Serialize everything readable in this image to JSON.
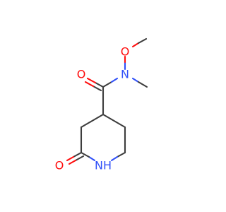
{
  "molecule": {
    "atoms": {
      "o_carbonyl_amide": {
        "label": "O",
        "color": "#ff0d0d"
      },
      "n_amide": {
        "label": "N",
        "color": "#3050f8"
      },
      "o_methoxy": {
        "label": "O",
        "color": "#ff0d0d"
      },
      "o_lactam": {
        "label": "O",
        "color": "#ff0d0d"
      },
      "nh_lactam": {
        "label": "NH",
        "color": "#3050f8"
      }
    },
    "colors": {
      "bond": "#3d3d3d",
      "oxygen": "#ff0d0d",
      "nitrogen": "#3050f8"
    }
  }
}
